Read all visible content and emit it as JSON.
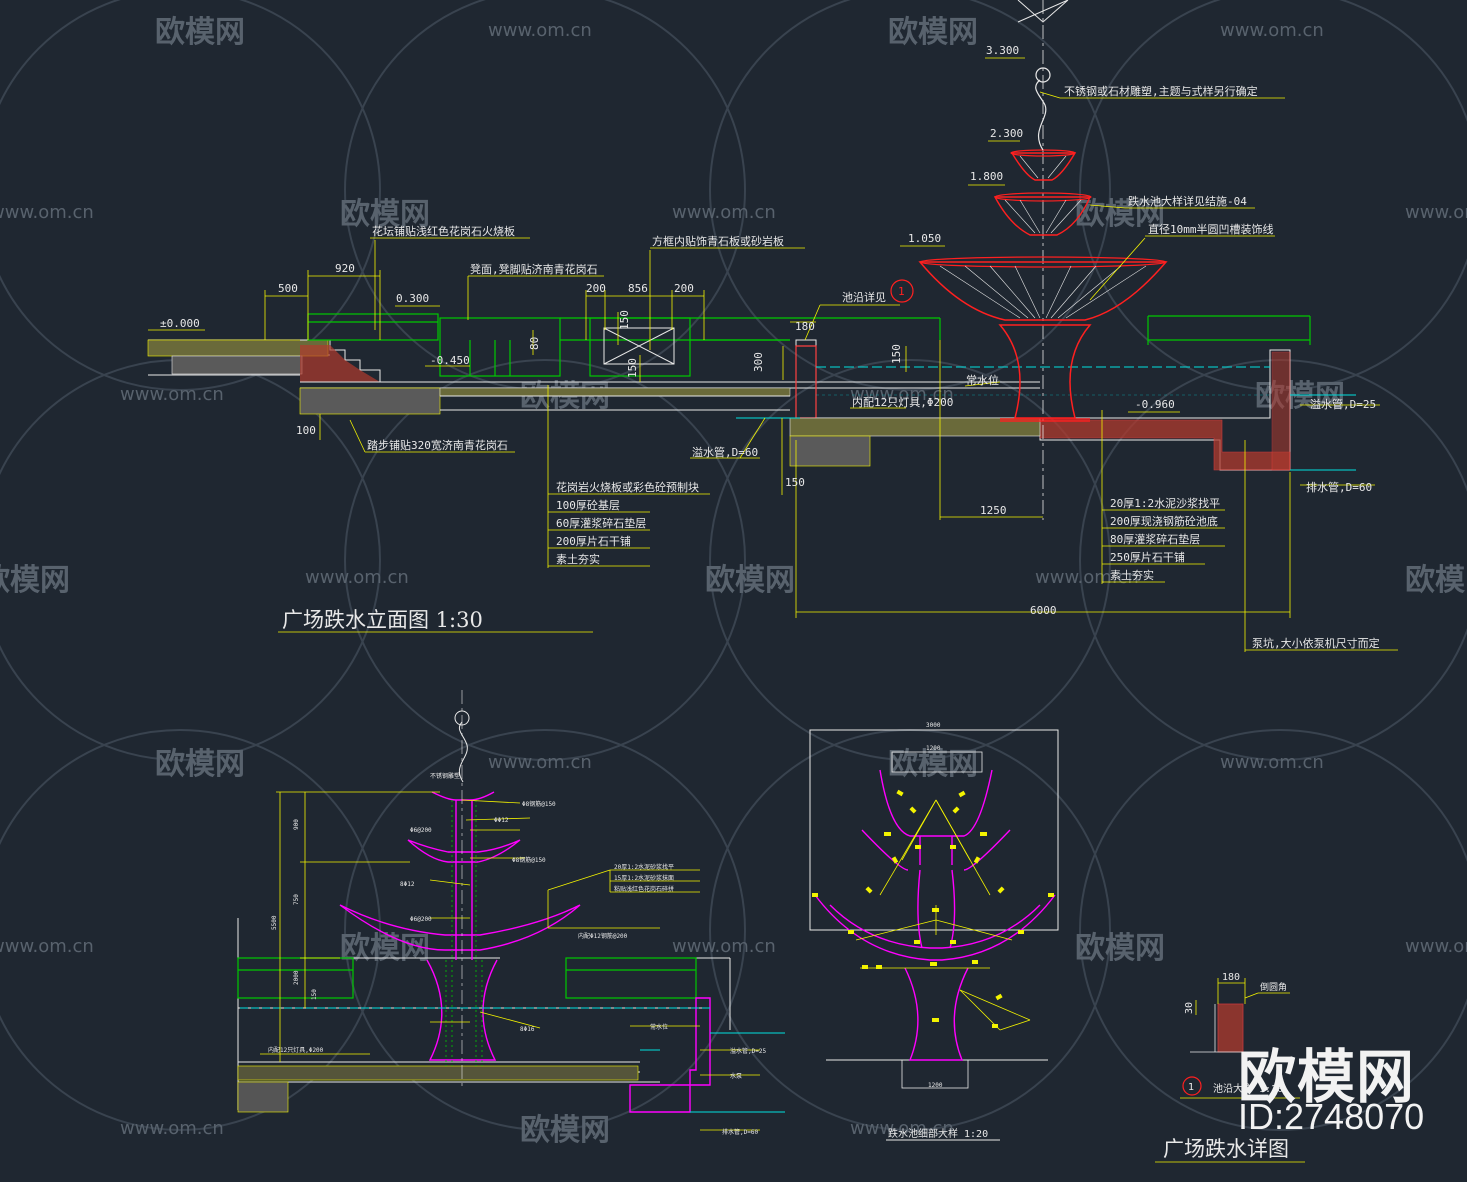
{
  "watermark": {
    "brand_text": "欧模网",
    "url_text": "www.om.cn"
  },
  "brand": {
    "logo": "欧模网",
    "id_label": "ID:2748070"
  },
  "colors": {
    "background": "#1f2731",
    "line_white": "#e8e8e8",
    "dim_yellow": "#f3f300",
    "text_yellow": "#f3f300",
    "water_cyan": "#00e0e0",
    "green": "#00c800",
    "red": "#ff2020",
    "magenta": "#ff00ff"
  },
  "elevation_view": {
    "title": "广场跌水立面图  1:30",
    "levels": {
      "zero": "±0.000",
      "l300": "0.300",
      "l450": "-0.450",
      "l1050": "1.050",
      "l1800": "1.800",
      "l2300": "2.300",
      "l3300": "3.300",
      "l960": "-0.960"
    },
    "dims": {
      "d920": "920",
      "d500": "500",
      "d200a": "200",
      "d856": "856",
      "d200b": "200",
      "d150a": "150",
      "d80": "80",
      "d180": "180",
      "d300": "300",
      "d150b": "150",
      "d150c": "150",
      "d100": "100",
      "d150d": "150",
      "d1250": "1250",
      "d6000": "6000"
    },
    "notes": {
      "planter_finish": "花坛铺贴浅红色花岗石火烧板",
      "bench_finish": "凳面,凳脚贴济南青花岗石",
      "box_finish": "方框内贴饰青石板或砂岩板",
      "pool_edge": "池沿详见",
      "pool_edge_ref": "1",
      "step_finish": "踏步铺贴320宽济南青花岗石",
      "sculpture": "不锈钢或石材雕塑,主题与式样另行确定",
      "bowl_ref": "跌水池大样详见结施-04",
      "groove": "直径10mm半圆凹槽装饰线",
      "water_level": "常水位",
      "lighting": "内配12只灯具,Φ200",
      "overflow_left": "溢水管,D=60",
      "overflow_right": "溢水管,D=25",
      "drain_right": "排水管,D=60",
      "pump": "泵坑,大小依泵机尺寸而定"
    },
    "layers_left": [
      "花岗岩火烧板或彩色砼预制块",
      "100厚砼基层",
      "60厚灌浆碎石垫层",
      "200厚片石干铺",
      "素土夯实"
    ],
    "layers_right": [
      "20厚1:2水泥沙浆找平",
      "200厚现浇钢筋砼池底",
      "80厚灌浆碎石垫层",
      "250厚片石干铺",
      "素土夯实"
    ]
  },
  "detail_section": {
    "labels": [
      "不锈钢雕塑",
      "Φ8钢筋@150",
      "ΦΦ12",
      "Φ8钢筋@150",
      "8Φ12",
      "Φ6@200",
      "Φ6@200",
      "8Φ16",
      "常水位",
      "溢水管,D=25",
      "水泵",
      "排水管,D=60",
      "内配Φ12钢筋@200",
      "内配12只灯具,Φ200"
    ],
    "dims": [
      "900",
      "750",
      "2000",
      "5500",
      "150"
    ],
    "notes": [
      "20厚1:2水泥砂浆找平",
      "15厚1:2水泥砂浆抹面",
      "粘贴浅红色花岗石碎拼"
    ]
  },
  "bowl_detail": {
    "title": "跌水池细部大样  1:20",
    "dims": [
      "3000",
      "1200",
      "1200"
    ]
  },
  "edge_detail": {
    "ref": "1",
    "title": "池沿大样 1:10",
    "dims": [
      "180",
      "30"
    ],
    "note": "倒圆角"
  },
  "sheet": {
    "title": "广场跌水详图"
  }
}
